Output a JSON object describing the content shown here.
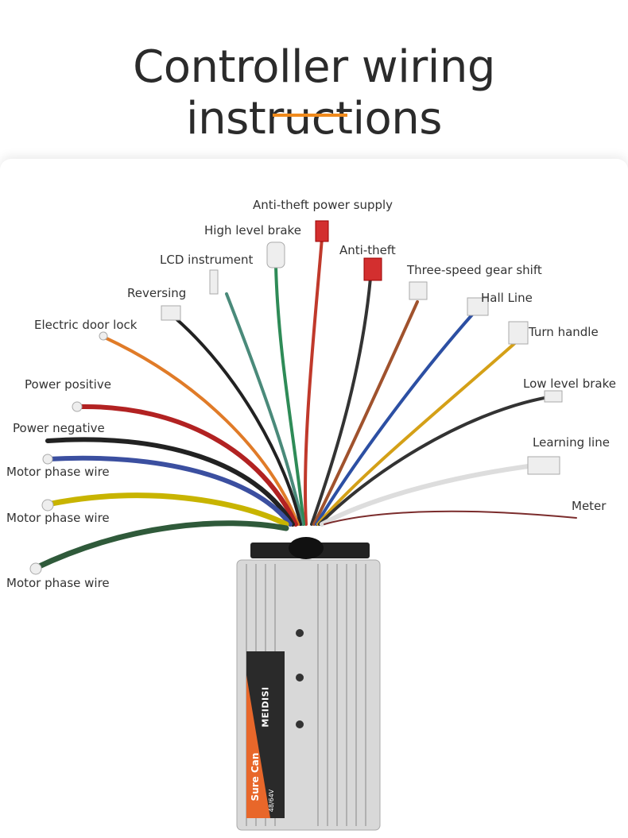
{
  "title": "Controller wiring instructions",
  "accent_color": "#f08a1c",
  "labels": {
    "anti_theft_power": "Anti-theft power supply",
    "high_brake": "High level brake",
    "lcd": "LCD instrument",
    "anti_theft": "Anti-theft",
    "three_speed": "Three-speed gear shift",
    "hall": "Hall Line",
    "turn": "Turn handle",
    "reversing": "Reversing",
    "door_lock": "Electric door lock",
    "low_brake": "Low level brake",
    "power_pos": "Power positive",
    "learning": "Learning line",
    "power_neg": "Power negative",
    "motor1": "Motor phase wire",
    "meter": "Meter",
    "motor2": "Motor phase wire",
    "motor3": "Motor phase wire"
  },
  "controller_label": {
    "brand": "MEIDISI",
    "model": "Sure Can",
    "voltage": "48/64V"
  }
}
